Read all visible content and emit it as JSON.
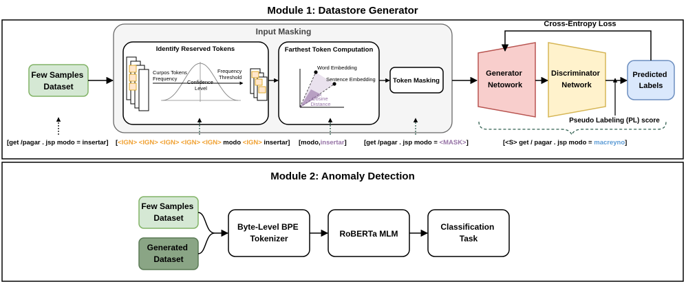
{
  "module1": {
    "title": "Module 1: Datastore Generator",
    "few_samples": [
      "Few Samples",
      "Dataset"
    ],
    "input_masking": "Input Masking",
    "identify_reserved": "Identify Reserved Tokens",
    "corpus_label": [
      "Curpos Tokens",
      "Frequency"
    ],
    "confidence_label": [
      "Confidence",
      "Level"
    ],
    "frequency_threshold": [
      "Frequency",
      "Threshold"
    ],
    "farthest_token": "Farthest Token Computation",
    "word_embedding": "Word Embedding",
    "sentence_embedding": "Sentence Embedding",
    "cosine_distance": [
      "Cosine",
      "Distance"
    ],
    "token_masking": "Token Masking",
    "generator": [
      "Generator",
      "Netowork"
    ],
    "discriminator": [
      "Discriminator",
      "Network"
    ],
    "predicted": [
      "Predicted",
      "Labels"
    ],
    "cross_entropy": "Cross-Entropy Loss",
    "pseudo_labeling": "Pseudo Labeling (PL) score",
    "example_input": "[get /pagar . jsp modo = insertar]",
    "example_ign": {
      "open": "[",
      "ign_run": "<IGN> <IGN> <IGN> <IGN> <IGN>",
      "modo": " modo ",
      "ign": "<IGN>",
      "tail": " insertar]"
    },
    "example_far": {
      "open": "[modo,",
      "insertar": "insertar",
      "close": "]"
    },
    "example_mask": {
      "text": "[get /pagar . jsp modo = ",
      "mask": "<MASK>",
      "close": "]"
    },
    "example_gen": {
      "text": "[<S> get / pagar . jsp modo = ",
      "word": "macreyno",
      "close": "]"
    }
  },
  "module2": {
    "title": "Module 2: Anomaly Detection",
    "few_samples": [
      "Few Samples",
      "Dataset"
    ],
    "generated": [
      "Generated",
      "Dataset"
    ],
    "bpe": [
      "Byte-Level BPE",
      "Tokenizer"
    ],
    "roberta": "RoBERTa MLM",
    "classification": [
      "Classification",
      "Task"
    ]
  },
  "colors": {
    "green_light_fill": "#d5e8d4",
    "green_light_stroke": "#82b366",
    "green_dark_fill": "#8aa585",
    "red_fill": "#f8cecc",
    "red_stroke": "#b85450",
    "yellow_fill": "#fff2cc",
    "yellow_stroke": "#d6b656",
    "blue_fill": "#dae8fc",
    "blue_stroke": "#6c8ebf",
    "orange_fill": "#ffe6cc",
    "orange_stroke": "#d79b00",
    "panel_fill": "#f5f5f5",
    "ign_color": "#f0a030",
    "purple": "#9673a6",
    "blue_word": "#5b9bd5",
    "dashed_green": "#2e5e4e"
  }
}
